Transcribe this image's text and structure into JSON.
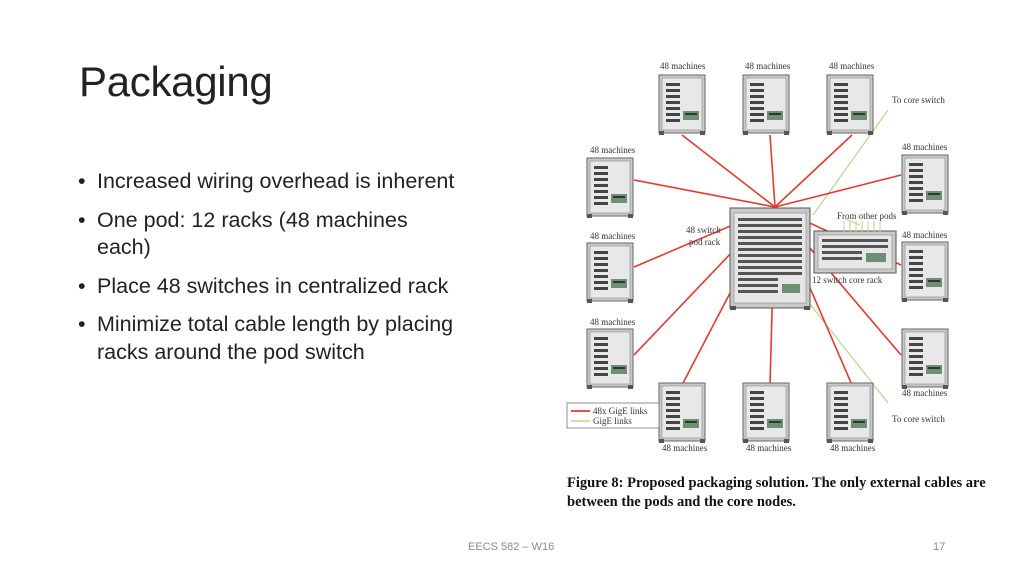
{
  "slide": {
    "title": "Packaging",
    "bullets": [
      "Increased wiring overhead is inherent",
      "One pod: 12 racks (48 machines each)",
      "Place 48 switches in centralized rack",
      "Minimize total cable length by placing racks around the pod switch"
    ],
    "footer_course": "EECS 582 – W16",
    "page_number": "17"
  },
  "figure": {
    "caption": "Figure 8: Proposed packaging solution. The only external cables are between the pods and the core nodes.",
    "rack_label": "48 machines",
    "pod_switch_label": [
      "48 switch",
      "pod rack"
    ],
    "core_rack_label": "12 switch core rack",
    "from_other_pods": "From other pods",
    "to_core_switch": "To core switch",
    "legend": {
      "red": "48x GigE links",
      "green": "GigE links"
    },
    "colors": {
      "red_link": "#e8392b",
      "green_link": "#b6d98c"
    }
  }
}
